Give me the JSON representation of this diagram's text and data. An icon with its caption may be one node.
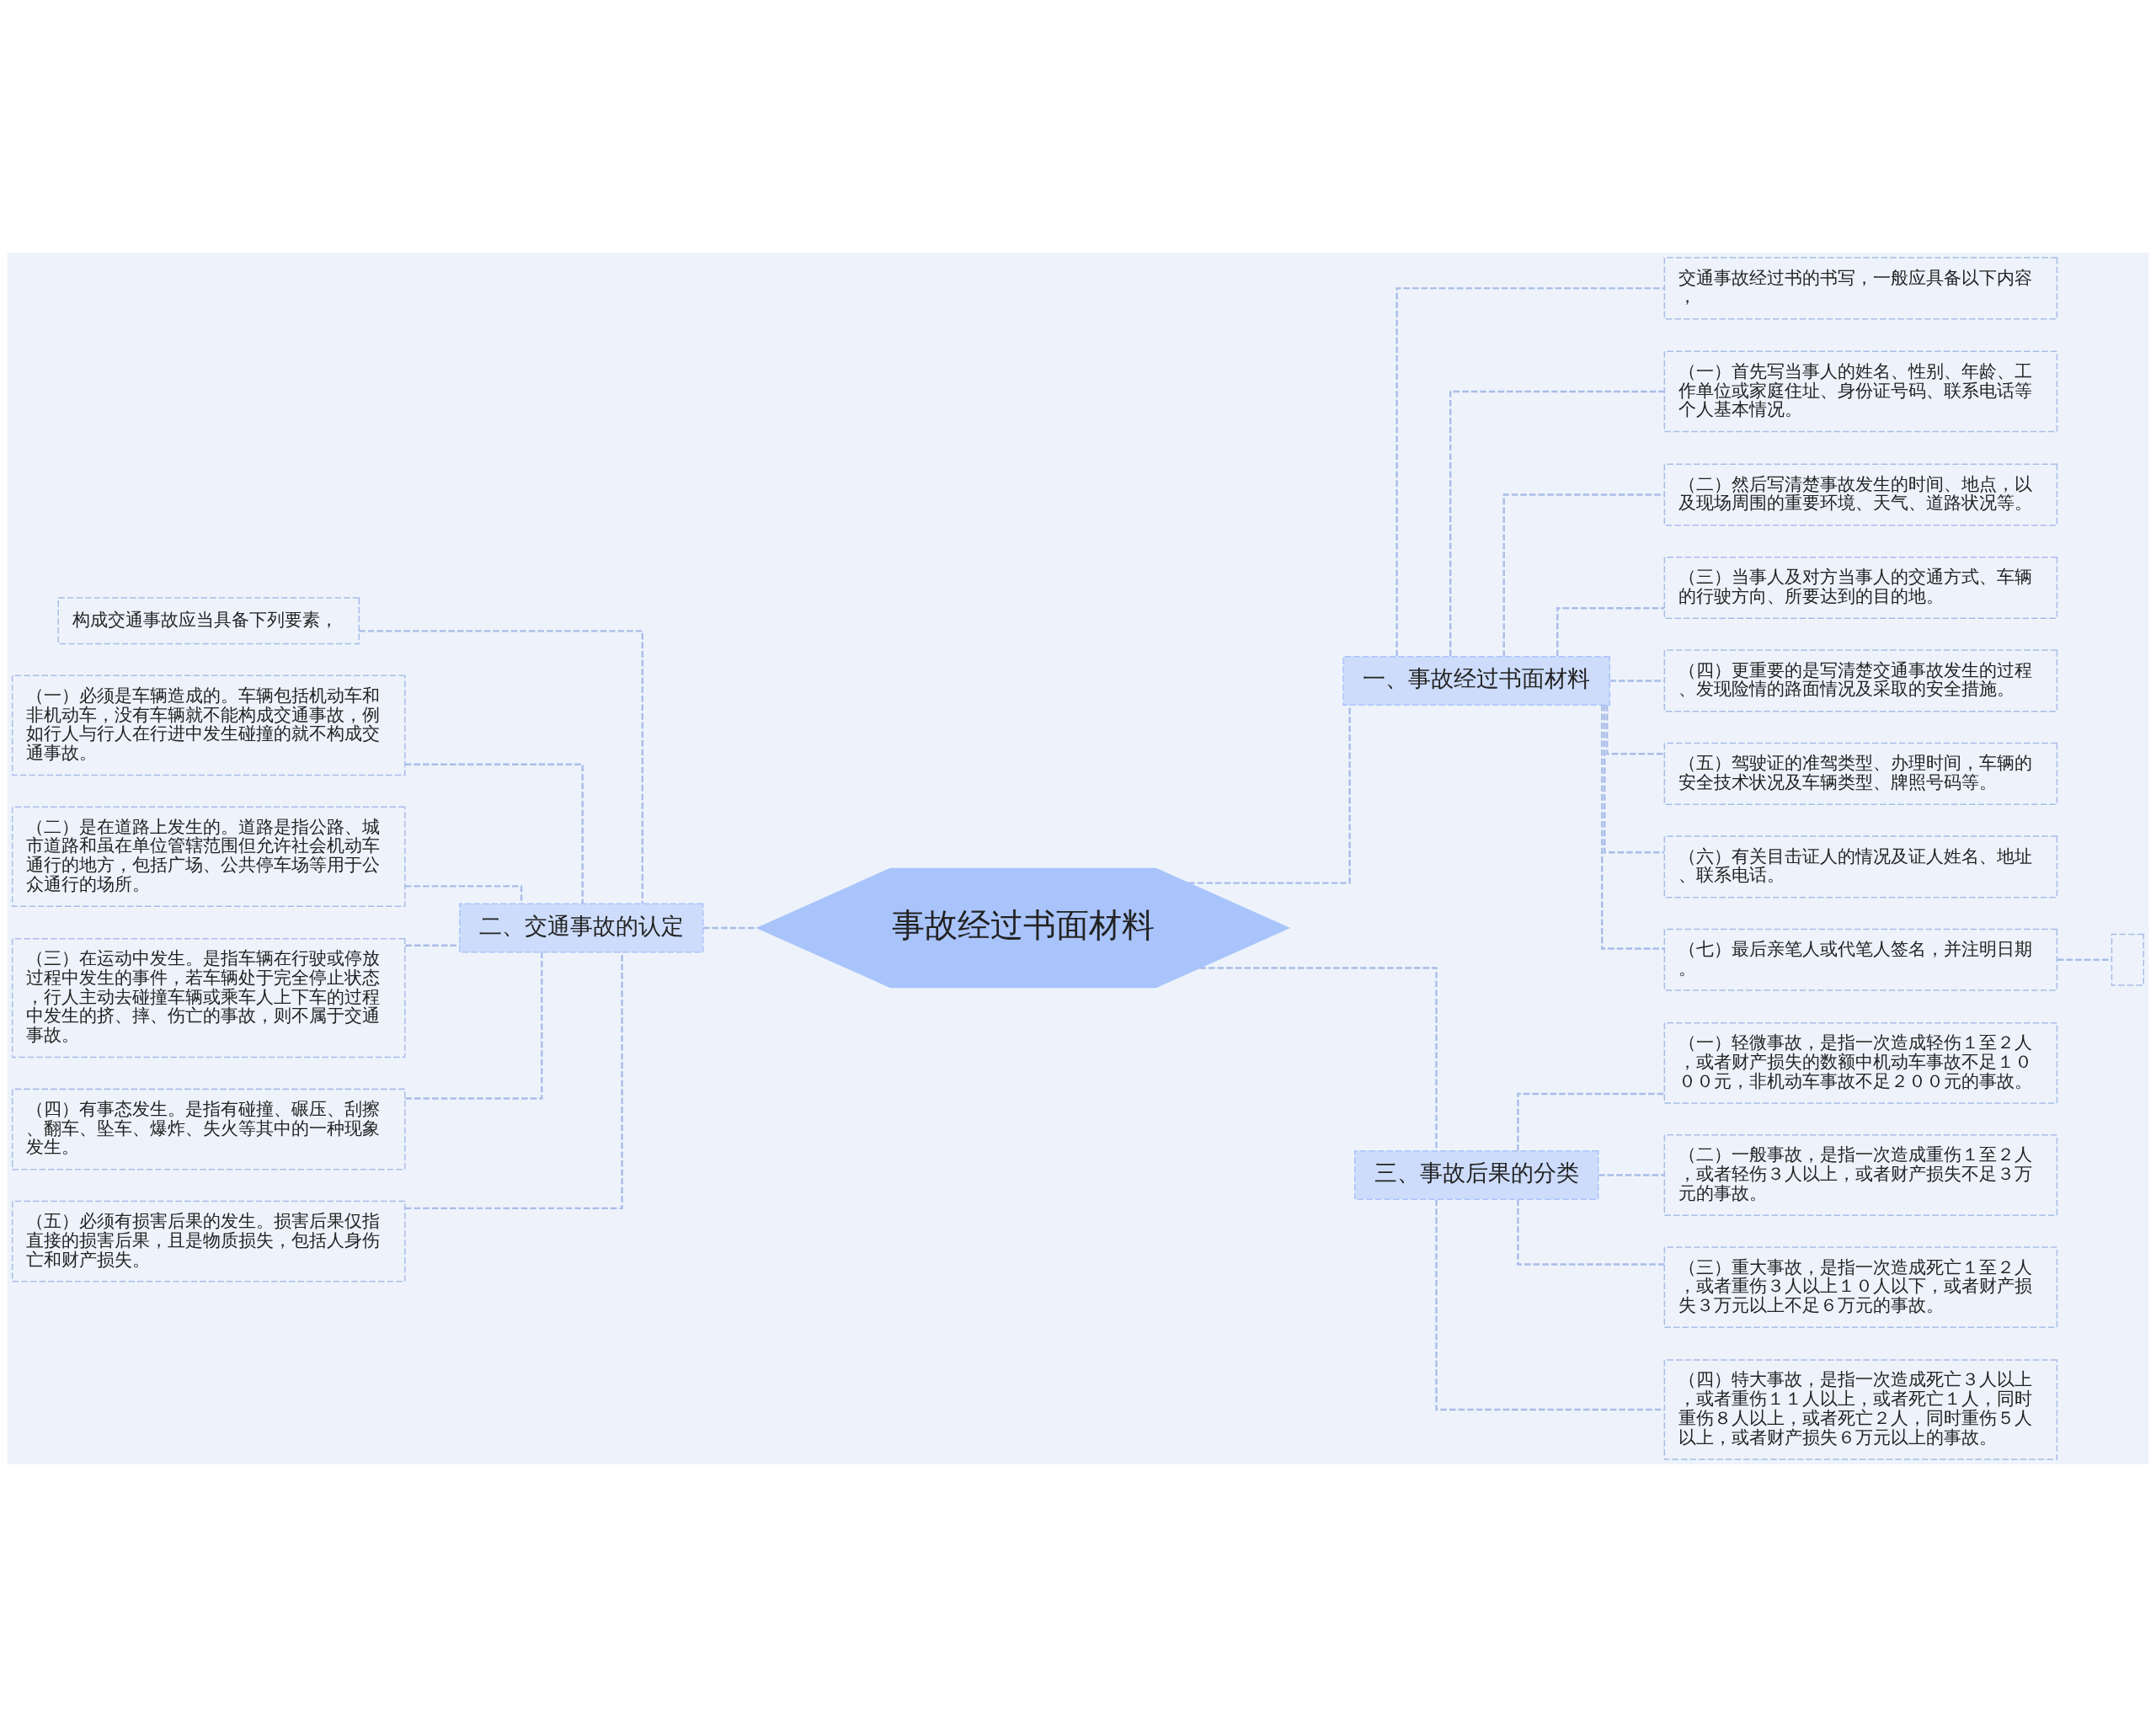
{
  "diagram": {
    "nodes": [
      {
        "text": [
          "事故经过书面材料"
        ]
      },
      {
        "text": [
          "一、事故经过书面材料"
        ]
      },
      {
        "text": [
          "交通事故经过书的书写，一般应具备以下内容，"
        ]
      },
      {
        "text": [
          "（一）首先写当事人的姓名、性别、年龄、工作单位或家庭住址、身份证号码、联系电话等个人基本情况。"
        ]
      },
      {
        "text": [
          "（二）然后写清楚事故发生的时间、地点，以及现场周围的重要环境、天气、道路状况等。"
        ]
      },
      {
        "text": [
          "（三）当事人及对方当事人的交通方式、车辆的行驶方向、所要达到的目的地。"
        ]
      },
      {
        "text": [
          "（四）更重要的是写清楚交通事故发生的过程、发现险情的路面情况及采取的安全措施。"
        ]
      },
      {
        "text": [
          "（五）驾驶证的准驾类型、办理时间，车辆的安全技术状况及车辆类型、牌照号码等。"
        ]
      },
      {
        "text": [
          "（六）有关目击证人的情况及证人姓名、地址、联系电话。"
        ]
      },
      {
        "text": [
          "（七）最后亲笔人或代笔人签名，并注明日期。"
        ]
      },
      {
        "text": [],
        "shape": "box"
      },
      {
        "text": [
          "二、交通事故的认定"
        ]
      },
      {
        "text": [
          "构成交通事故应当具备下列要素，"
        ]
      },
      {
        "text": [
          "（一）必须是车辆造成的。车辆包括机动车和非机动车，没有车辆就不能构成交通事故，例如行人与行人在行进中发生碰撞的就不构成交通事故。"
        ]
      },
      {
        "text": [
          "（二）是在道路上发生的。道路是指公路、城市道路和虽在单位管辖范围但允许社会机动车通行的地方，包括广场、公共停车场等用于公众通行的场所。"
        ]
      },
      {
        "text": [
          "（三）在运动中发生。是指车辆在行驶或停放过程中发生的事件，若车辆处于完全停止状态，行人主动去碰撞车辆或乘车人上下车的过程中发生的挤、摔、伤亡的事故，则不属于交通事故。"
        ]
      },
      {
        "text": [
          "（四）有事态发生。是指有碰撞、碾压、刮擦、翻车、坠车、爆炸、失火等其中的一种现象发生。"
        ]
      },
      {
        "text": [
          "（五）必须有损害后果的发生。损害后果仅指直接的损害后果，且是物质损失，包括人身伤亡和财产损失。"
        ]
      },
      {
        "text": [
          "三、事故后果的分类"
        ]
      },
      {
        "text": [
          "（一）轻微事故，是指一次造成轻伤１至２人，或者财产损失的数额中机动车事故不足１０００元，非机动车事故不足２００元的事故。"
        ]
      },
      {
        "text": [
          "（二）一般事故，是指一次造成重伤１至２人，或者轻伤３人以上，或者财产损失不足３万元的事故。"
        ]
      },
      {
        "text": [
          "（三）重大事故，是指一次造成死亡１至２人，或者重伤３人以上１０人以下，或者财产损失３万元以上不足６万元的事故。"
        ]
      },
      {
        "text": [
          "（四）特大事故，是指一次造成死亡３人以上，或者重伤１１人以上，或者死亡１人，同时重伤８人以上，或者死亡２人，同时重伤５人以上，或者财产损失６万元以上的事故。"
        ]
      }
    ],
    "edges": [
      {
        "from": 0,
        "to": 1,
        "arrow": "none",
        "style": "dashed"
      },
      {
        "from": 1,
        "to": 2,
        "arrow": "none",
        "style": "dashed"
      },
      {
        "from": 1,
        "to": 3,
        "arrow": "none",
        "style": "dashed"
      },
      {
        "from": 1,
        "to": 4,
        "arrow": "none",
        "style": "dashed"
      },
      {
        "from": 1,
        "to": 5,
        "arrow": "none",
        "style": "dashed"
      },
      {
        "from": 1,
        "to": 6,
        "arrow": "none",
        "style": "dashed"
      },
      {
        "from": 1,
        "to": 7,
        "arrow": "none",
        "style": "dashed"
      },
      {
        "from": 1,
        "to": 8,
        "arrow": "none",
        "style": "dashed"
      },
      {
        "from": 1,
        "to": 9,
        "arrow": "none",
        "style": "dashed"
      },
      {
        "from": 9,
        "to": 10,
        "arrow": "none",
        "style": "dashed"
      },
      {
        "from": 0,
        "to": 11,
        "arrow": "none",
        "style": "dashed"
      },
      {
        "from": 11,
        "to": 12,
        "arrow": "none",
        "style": "dashed"
      },
      {
        "from": 11,
        "to": 13,
        "arrow": "none",
        "style": "dashed"
      },
      {
        "from": 11,
        "to": 14,
        "arrow": "none",
        "style": "dashed"
      },
      {
        "from": 11,
        "to": 15,
        "arrow": "none",
        "style": "dashed"
      },
      {
        "from": 11,
        "to": 16,
        "arrow": "none",
        "style": "dashed"
      },
      {
        "from": 11,
        "to": 17,
        "arrow": "none",
        "style": "dashed"
      },
      {
        "from": 0,
        "to": 18,
        "arrow": "none",
        "style": "dashed"
      },
      {
        "from": 18,
        "to": 19,
        "arrow": "none",
        "style": "dashed"
      },
      {
        "from": 18,
        "to": 20,
        "arrow": "none",
        "style": "dashed"
      },
      {
        "from": 18,
        "to": 21,
        "arrow": "none",
        "style": "dashed"
      },
      {
        "from": 18,
        "to": 22,
        "arrow": "none",
        "style": "dashed"
      }
    ]
  }
}
